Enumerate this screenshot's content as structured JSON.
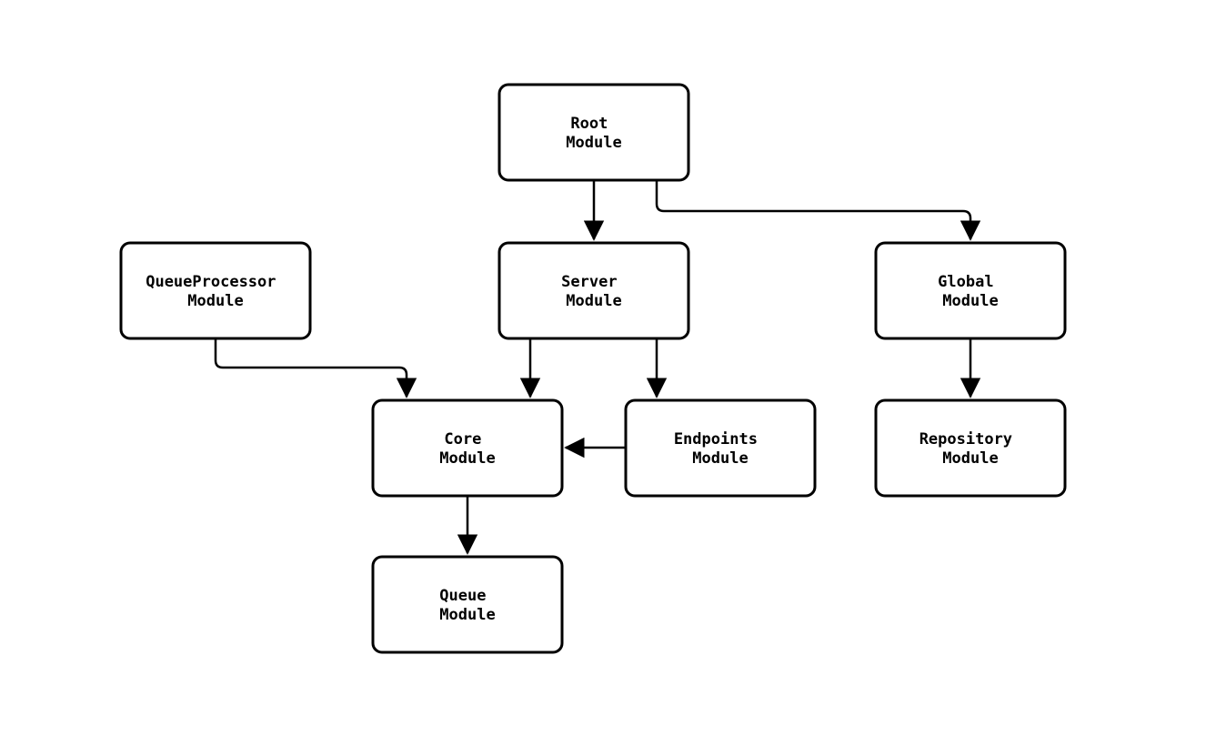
{
  "diagram": {
    "kind": "module-dependency-flowchart",
    "colors": {
      "background": "#ffffff",
      "node_fill": "#ffffff",
      "stroke": "#000000",
      "text": "#000000"
    },
    "nodes": {
      "root": {
        "lines": [
          "Root",
          "Module"
        ]
      },
      "queue_processor": {
        "lines": [
          "QueueProcessor",
          "Module"
        ]
      },
      "server": {
        "lines": [
          "Server",
          "Module"
        ]
      },
      "global": {
        "lines": [
          "Global",
          "Module"
        ]
      },
      "core": {
        "lines": [
          "Core",
          "Module"
        ]
      },
      "endpoints": {
        "lines": [
          "Endpoints",
          "Module"
        ]
      },
      "repository": {
        "lines": [
          "Repository",
          "Module"
        ]
      },
      "queue": {
        "lines": [
          "Queue",
          "Module"
        ]
      }
    },
    "edges": [
      {
        "from": "root",
        "to": "server",
        "arrow": "down"
      },
      {
        "from": "root",
        "to": "global",
        "arrow": "down"
      },
      {
        "from": "queue_processor",
        "to": "core",
        "arrow": "down"
      },
      {
        "from": "server",
        "to": "core",
        "arrow": "down"
      },
      {
        "from": "server",
        "to": "endpoints",
        "arrow": "down"
      },
      {
        "from": "endpoints",
        "to": "core",
        "arrow": "left"
      },
      {
        "from": "global",
        "to": "repository",
        "arrow": "down"
      },
      {
        "from": "core",
        "to": "queue",
        "arrow": "down"
      }
    ]
  }
}
